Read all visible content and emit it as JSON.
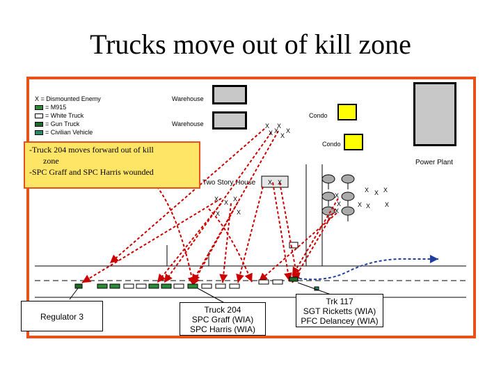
{
  "title": "Trucks move out of kill zone",
  "legend": {
    "enemy": "X = Dismounted Enemy",
    "m915": "= M915",
    "white_truck": "= White Truck",
    "gun_truck": "= Gun Truck",
    "civilian": "= Civilian Vehicle"
  },
  "labels": {
    "warehouse_top": "Warehouse",
    "warehouse_mid": "Warehouse",
    "condo_1": "Condo",
    "condo_2": "Condo",
    "power_plant": "Power Plant",
    "two_story": "Two Story House"
  },
  "note": {
    "line1": "-Truck 204 moves forward out of kill",
    "line2": "zone",
    "line3": "-SPC Graff and SPC Harris wounded"
  },
  "callouts": {
    "regulator": "Regulator 3",
    "truck204": {
      "l1": "Truck 204",
      "l2": "SPC Graff (WIA)",
      "l3": "SPC Harris (WIA)"
    },
    "trk117": {
      "l1": "Trk 117",
      "l2": "SGT Ricketts (WIA)",
      "l3": "PFC Delancey (WIA)"
    }
  },
  "enemy_marker": "X",
  "colors": {
    "border": "#e8521a",
    "note_bg": "#ffe566",
    "condo": "#ffff00",
    "fire_line": "#cc0000",
    "route_line": "#1f3fa0",
    "m915": "#2e8b3a",
    "gun_truck": "#1e6b2a"
  }
}
